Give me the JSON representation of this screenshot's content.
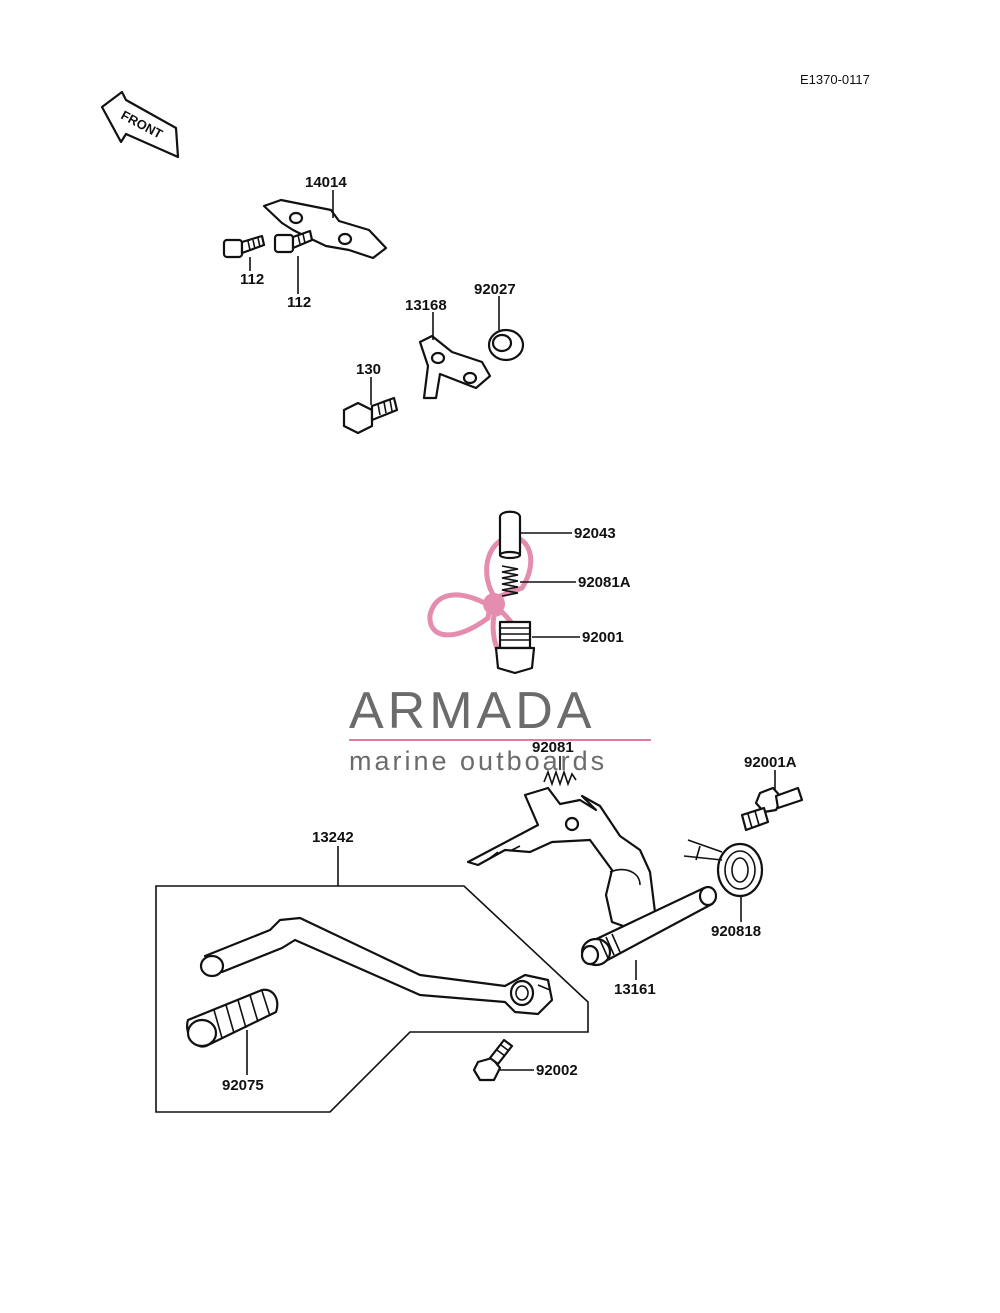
{
  "diagram_code": "E1370-0117",
  "front_arrow_label": "FRONT",
  "watermark": {
    "brand": "ARMADA",
    "tagline": "marine outboards",
    "accent_color": "#e07aa0",
    "text_color": "#6b6b6b"
  },
  "parts": {
    "p14014": "14014",
    "p112a": "112",
    "p112b": "112",
    "p13168": "13168",
    "p92027": "92027",
    "p130": "130",
    "p92043": "92043",
    "p92081A": "92081A",
    "p92001": "92001",
    "p92081": "92081",
    "p92001A": "92001A",
    "p13242": "13242",
    "p92081B": "920818",
    "p13161": "13161",
    "p92002": "92002",
    "p92075": "92075"
  }
}
